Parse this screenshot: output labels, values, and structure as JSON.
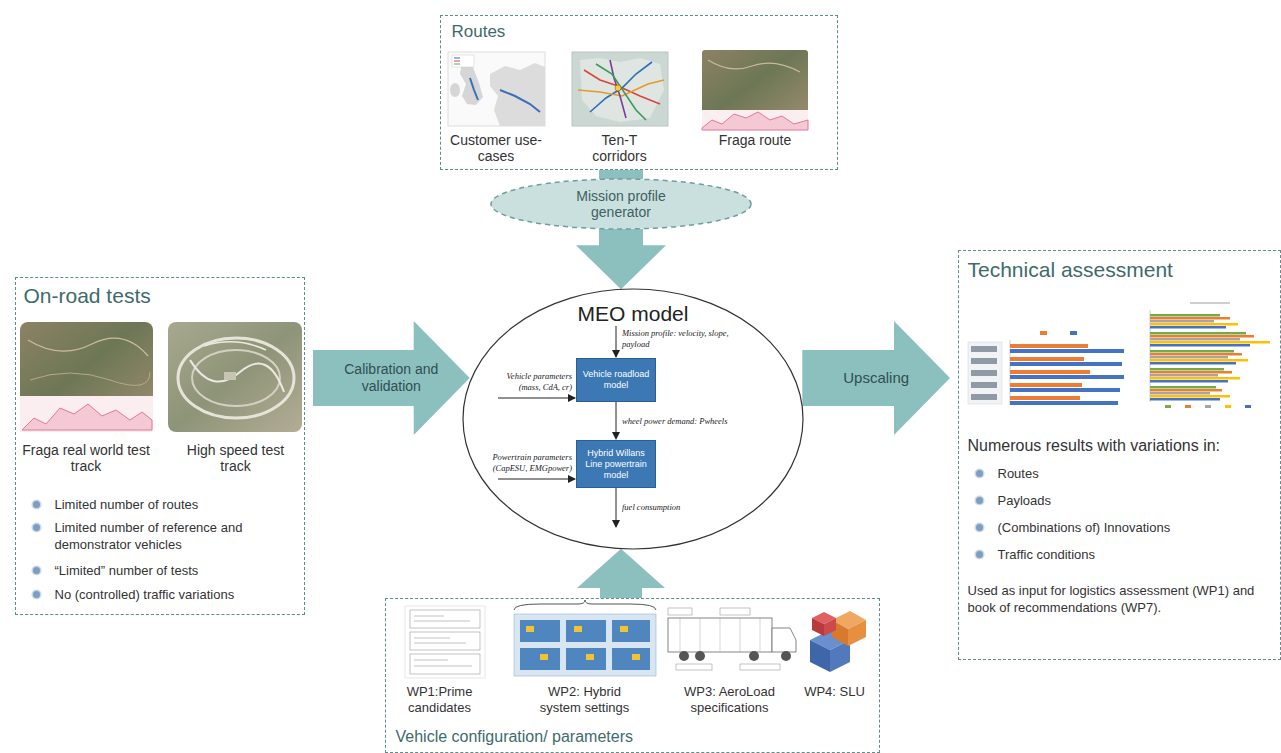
{
  "diagram": {
    "nodes": [
      {
        "text": [
          "Routes",
          "Customer use-cases",
          "Ten-T corridors",
          "Fraga route"
        ]
      },
      {
        "text": [
          "Mission profile generator"
        ]
      },
      {
        "text": [
          "On-road tests",
          "Fraga real world test track",
          "High speed test track",
          "Limited number of routes",
          "Limited number of reference and demonstrator vehicles",
          "“Limited” number of tests",
          "No (controlled) traffic variations"
        ]
      },
      {
        "text": [
          "MEO model",
          "Mission profile: velocity, slope, payload",
          "Vehicle parameters (mass, CdA, cr)",
          "Powertrain parameters (CapESU, EMGpower)",
          "fuel consumption"
        ]
      },
      {
        "text": [
          "Vehicle roadload model"
        ],
        "in": 3
      },
      {
        "text": [
          "Hybrid Willans Line powertrain model"
        ],
        "in": 3
      },
      {
        "text": [
          "Technical assessment",
          "Numerous results with variations in:",
          "Routes",
          "Payloads",
          "(Combinations of) Innovations",
          "Traffic conditions",
          "Used as input for logistics assessment (WP1) and book of recommendations (WP7)."
        ]
      },
      {
        "text": [
          "WP1:Prime candidates",
          "WP2: Hybrid system settings",
          "WP3: AeroLoad specifications",
          "WP4: SLU",
          "Vehicle configuration/ parameters"
        ]
      }
    ],
    "edges": [
      {
        "from": 0,
        "to": 1,
        "arrow": "none"
      },
      {
        "from": 1,
        "to": 3,
        "arrow": "to"
      },
      {
        "from": 2,
        "to": 3,
        "label": "Calibration and validation",
        "arrow": "to"
      },
      {
        "from": 3,
        "to": 6,
        "label": "Upscaling",
        "arrow": "to"
      },
      {
        "from": 7,
        "to": 3,
        "arrow": "to"
      },
      {
        "from": 4,
        "to": 5,
        "label": "wheel power demand: Pwheels",
        "arrow": "to"
      }
    ]
  }
}
